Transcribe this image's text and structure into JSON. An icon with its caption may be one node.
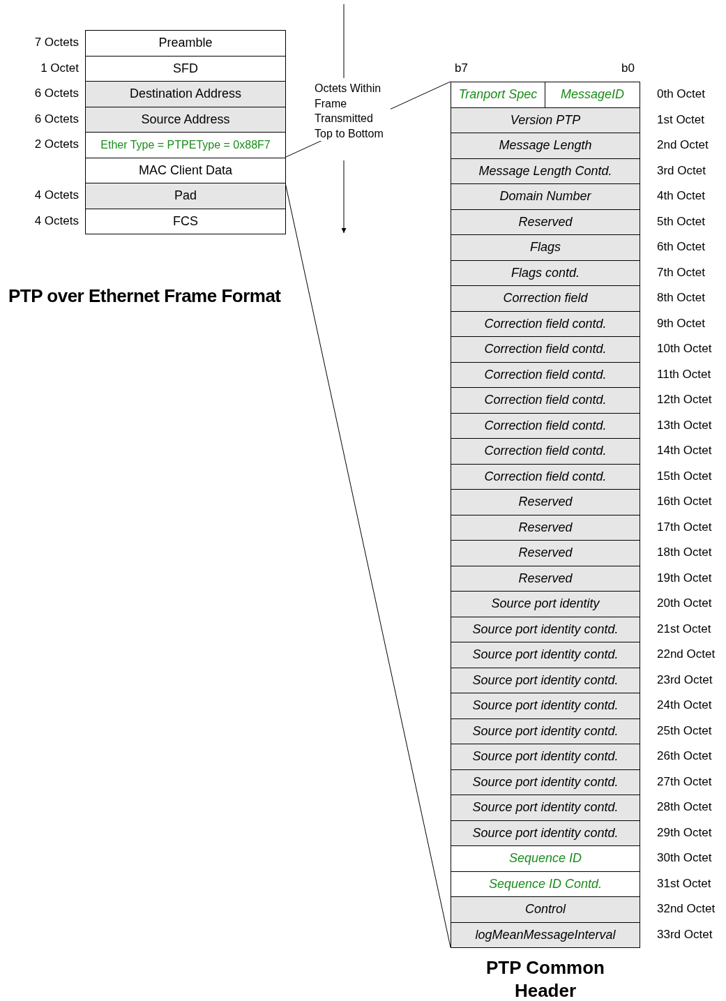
{
  "diagram": {
    "title": "PTP over Ethernet Frame Format",
    "caption": "PTP Common Header",
    "nodes": [
      {
        "text": [
          "Preamble"
        ],
        "beside": [
          "7 Octets"
        ]
      },
      {
        "text": [
          "SFD"
        ],
        "beside": [
          "1 Octet"
        ]
      },
      {
        "text": [
          "Destination Address"
        ],
        "beside": [
          "6 Octets"
        ]
      },
      {
        "text": [
          "Source Address"
        ],
        "beside": [
          "6 Octets"
        ]
      },
      {
        "text": [
          "Ether Type = PTPEType = 0x88F7"
        ],
        "beside": [
          "2 Octets"
        ]
      },
      {
        "text": [
          "MAC Client Data"
        ]
      },
      {
        "text": [
          "Pad"
        ],
        "beside": [
          "4 Octets"
        ]
      },
      {
        "text": [
          "FCS"
        ],
        "beside": [
          "4 Octets"
        ]
      },
      {
        "text": [
          "Tranport Spec"
        ]
      },
      {
        "text": [
          "MessageID"
        ],
        "beside": [
          "0th Octet"
        ]
      },
      {
        "text": [
          "Version PTP"
        ],
        "beside": [
          "1st Octet"
        ]
      },
      {
        "text": [
          "Message Length"
        ],
        "beside": [
          "2nd Octet"
        ]
      },
      {
        "text": [
          "Message Length Contd."
        ],
        "beside": [
          "3rd Octet"
        ]
      },
      {
        "text": [
          "Domain Number"
        ],
        "beside": [
          "4th Octet"
        ]
      },
      {
        "text": [
          "Reserved"
        ],
        "beside": [
          "5th Octet"
        ]
      },
      {
        "text": [
          "Flags"
        ],
        "beside": [
          "6th Octet"
        ]
      },
      {
        "text": [
          "Flags contd."
        ],
        "beside": [
          "7th Octet"
        ]
      },
      {
        "text": [
          "Correction field"
        ],
        "beside": [
          "8th Octet"
        ]
      },
      {
        "text": [
          "Correction field contd."
        ],
        "beside": [
          "9th Octet"
        ]
      },
      {
        "text": [
          "Correction field contd."
        ],
        "beside": [
          "10th Octet"
        ]
      },
      {
        "text": [
          "Correction field contd."
        ],
        "beside": [
          "11th Octet"
        ]
      },
      {
        "text": [
          "Correction field contd."
        ],
        "beside": [
          "12th Octet"
        ]
      },
      {
        "text": [
          "Correction field contd."
        ],
        "beside": [
          "13th Octet"
        ]
      },
      {
        "text": [
          "Correction field contd."
        ],
        "beside": [
          "14th Octet"
        ]
      },
      {
        "text": [
          "Correction field contd."
        ],
        "beside": [
          "15th Octet"
        ]
      },
      {
        "text": [
          "Reserved"
        ],
        "beside": [
          "16th Octet"
        ]
      },
      {
        "text": [
          "Reserved"
        ],
        "beside": [
          "17th Octet"
        ]
      },
      {
        "text": [
          "Reserved"
        ],
        "beside": [
          "18th Octet"
        ]
      },
      {
        "text": [
          "Reserved"
        ],
        "beside": [
          "19th Octet"
        ]
      },
      {
        "text": [
          "Source port identity"
        ],
        "beside": [
          "20th Octet"
        ]
      },
      {
        "text": [
          "Source port identity contd."
        ],
        "beside": [
          "21st Octet"
        ]
      },
      {
        "text": [
          "Source port identity contd."
        ],
        "beside": [
          "22nd Octet"
        ]
      },
      {
        "text": [
          "Source port identity contd."
        ],
        "beside": [
          "23rd Octet"
        ]
      },
      {
        "text": [
          "Source port identity contd."
        ],
        "beside": [
          "24th Octet"
        ]
      },
      {
        "text": [
          "Source port identity contd."
        ],
        "beside": [
          "25th Octet"
        ]
      },
      {
        "text": [
          "Source port identity contd."
        ],
        "beside": [
          "26th Octet"
        ]
      },
      {
        "text": [
          "Source port identity contd."
        ],
        "beside": [
          "27th Octet"
        ]
      },
      {
        "text": [
          "Source port identity contd."
        ],
        "beside": [
          "28th Octet"
        ]
      },
      {
        "text": [
          "Source port identity contd."
        ],
        "beside": [
          "29th Octet"
        ]
      },
      {
        "text": [
          "Sequence ID"
        ],
        "beside": [
          "30th Octet"
        ]
      },
      {
        "text": [
          "Sequence ID Contd."
        ],
        "beside": [
          "31st Octet"
        ]
      },
      {
        "text": [
          "Control"
        ],
        "beside": [
          "32nd Octet"
        ]
      },
      {
        "text": [
          "logMeanMessageInterval"
        ],
        "beside": [
          "33rd Octet"
        ]
      }
    ],
    "edges": [
      {
        "from": 5,
        "to": 8,
        "arrow": "none"
      },
      {
        "from": 5,
        "to": 42,
        "arrow": "none"
      }
    ],
    "labels": [
      "Octets Within Frame Transmitted Top to Bottom",
      "b7",
      "b0"
    ]
  }
}
